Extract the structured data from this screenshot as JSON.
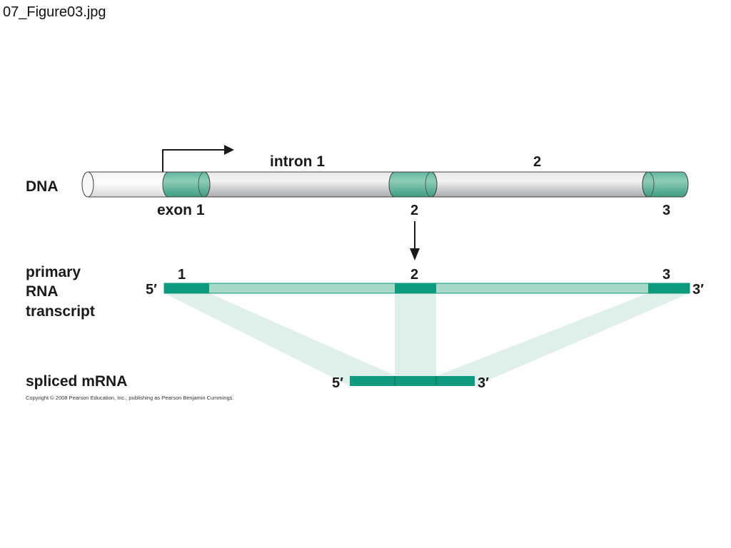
{
  "file_title": "07_Figure03.jpg",
  "dna": {
    "label": "DNA",
    "intron_1_label": "intron 1",
    "intron_2_label": "2",
    "exon_1_label": "exon 1",
    "exon_2_label": "2",
    "exon_3_label": "3"
  },
  "primary_transcript": {
    "label_line1": "primary",
    "label_line2": "RNA",
    "label_line3": "transcript",
    "exon_1_label": "1",
    "exon_2_label": "2",
    "exon_3_label": "3",
    "five_prime": "5′",
    "three_prime": "3′"
  },
  "spliced_mrna": {
    "label": "spliced mRNA",
    "five_prime": "5′",
    "three_prime": "3′"
  },
  "copyright": "Copyright © 2008 Pearson Education, Inc., publishing as Pearson Benjamin Cummings.",
  "colors": {
    "exon": "#0f9a7e",
    "exon_light": "#6fc1aa",
    "intron_light": "#a8d8c8",
    "projection": "#dff0ea",
    "dna_gray": "#c6c8ca",
    "arrow": "#1a1a1a"
  }
}
